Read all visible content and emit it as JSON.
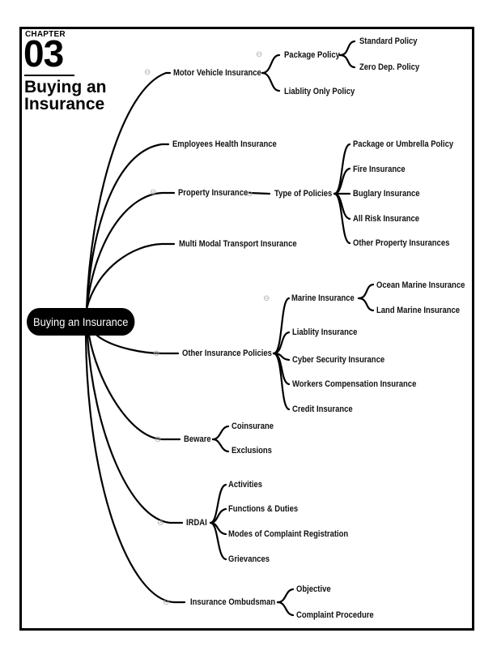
{
  "header": {
    "chapter_label": "CHAPTER",
    "chapter_number": "03",
    "chapter_title": "Buying an Insurance"
  },
  "mindmap": {
    "root": "Buying an Insurance",
    "collapse_icon": "⊖",
    "branches": [
      {
        "label": "Motor Vehicle Insurance",
        "children": [
          {
            "label": "Package Policy",
            "children": [
              "Standard Policy",
              "Zero Dep. Policy"
            ]
          },
          {
            "label": "Liablity Only Policy"
          }
        ]
      },
      {
        "label": "Employees Health Insurance"
      },
      {
        "label": "Property Insurance",
        "children": [
          {
            "label": "Type of Policies",
            "children": [
              "Package or Umbrella Policy",
              "Fire Insurance",
              "Buglary Insurance",
              "All Risk Insurance",
              "Other Property Insurances"
            ]
          }
        ]
      },
      {
        "label": "Multi Modal Transport Insurance"
      },
      {
        "label": "Other Insurance Policies",
        "children": [
          {
            "label": "Marine Insurance",
            "children": [
              "Ocean Marine Insurance",
              "Land Marine Insurance"
            ]
          },
          {
            "label": "Liablity Insurance"
          },
          {
            "label": "Cyber Security Insurance"
          },
          {
            "label": "Workers Compensation Insurance"
          },
          {
            "label": "Credit Insurance"
          }
        ]
      },
      {
        "label": "Beware",
        "children": [
          "Coinsurane",
          "Exclusions"
        ]
      },
      {
        "label": "IRDAI",
        "children": [
          "Activities",
          "Functions & Duties",
          "Modes of Complaint Registration",
          "Grievances"
        ]
      },
      {
        "label": "Insurance Ombudsman",
        "children": [
          "Objective",
          "Complaint Procedure"
        ]
      }
    ]
  }
}
